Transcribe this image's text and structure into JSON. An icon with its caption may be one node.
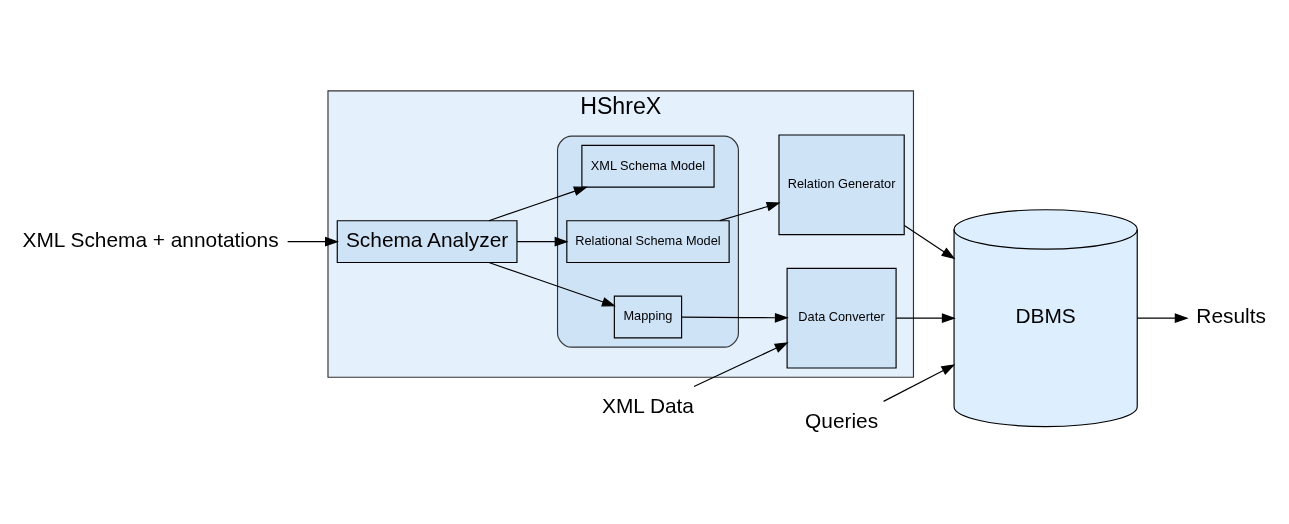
{
  "diagram": {
    "nodes": [
      {
        "text": [
          "XML Schema + annotations"
        ]
      },
      {
        "text": [
          "HShreX"
        ]
      },
      {
        "text": [
          "Schema Analyzer"
        ],
        "in": 1
      },
      {
        "text": [],
        "shape": "cylinder",
        "in": 1
      },
      {
        "text": [
          "XML Schema Model"
        ],
        "in": 3
      },
      {
        "text": [
          "Mapping"
        ],
        "in": 3
      },
      {
        "text": [
          "Relational Schema Model"
        ],
        "in": 3
      },
      {
        "text": [
          "Data Converter"
        ],
        "in": 1
      },
      {
        "text": [
          "Relation Generator"
        ],
        "in": 1
      },
      {
        "text": [
          "XML Data"
        ]
      },
      {
        "text": [
          "DBMS"
        ]
      },
      {
        "text": [
          "Queries"
        ]
      },
      {
        "text": [
          "Results"
        ]
      }
    ],
    "edges": [
      {
        "from": 0,
        "to": 2,
        "arrow": "to"
      },
      {
        "from": 2,
        "to": 4,
        "arrow": "to"
      },
      {
        "from": 2,
        "to": 5,
        "arrow": "to"
      },
      {
        "from": 2,
        "to": 6,
        "arrow": "to"
      },
      {
        "from": 5,
        "to": 7,
        "arrow": "to"
      },
      {
        "from": 6,
        "to": 8,
        "arrow": "to"
      },
      {
        "from": 9,
        "to": 7,
        "arrow": "to"
      },
      {
        "from": 7,
        "to": 10,
        "arrow": "to"
      },
      {
        "from": 8,
        "to": 10,
        "arrow": "to"
      },
      {
        "from": 11,
        "to": 10,
        "arrow": "to"
      },
      {
        "from": 10,
        "to": 12,
        "arrow": "to"
      }
    ]
  }
}
